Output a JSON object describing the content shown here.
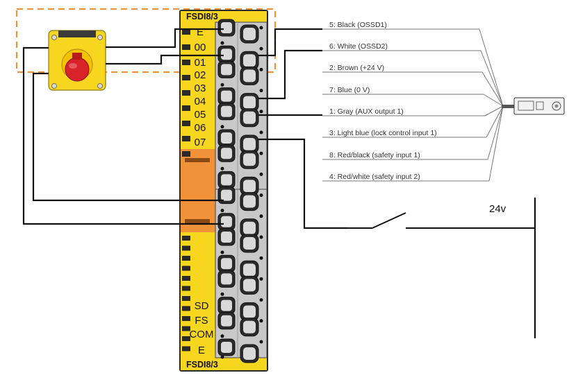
{
  "module": {
    "title_top": "FSDI8/3",
    "title_bottom": "FSDI8/3",
    "channels_top": [
      "E",
      "00",
      "01",
      "02",
      "03",
      "04",
      "05",
      "06",
      "07"
    ],
    "channels_bottom": [
      "SD",
      "FS",
      "COM",
      "E"
    ]
  },
  "sensor_wires": [
    "5: Black (OSSD1)",
    "6: White (OSSD2)",
    "2: Brown (+24 V)",
    "7: Blue (0 V)",
    "1: Gray (AUX output 1)",
    "3: Light blue (lock control input 1)",
    "8: Red/black (safety input 1)",
    "4: Red/white (safety input 2)"
  ],
  "supply_label": "24v",
  "colors": {
    "module_yellow": "#f7d61f",
    "module_orange": "#f0923a",
    "highlight_dash": "#f0923a",
    "terminal_gray": "#c8c8c8",
    "estop_red": "#d8232a",
    "wire_black": "#111111",
    "wire_gray": "#777777"
  }
}
